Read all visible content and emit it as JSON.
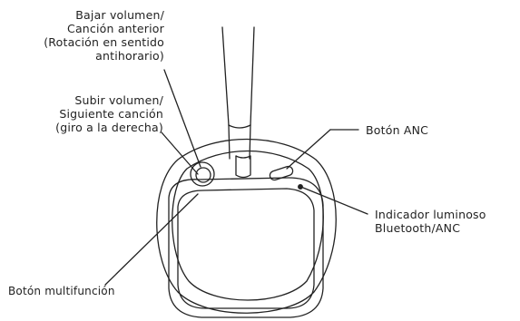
{
  "labels": {
    "volume_down": {
      "lines": [
        "Bajar volumen/",
        "Canción anterior",
        "(Rotación en sentido",
        "antihorario)"
      ]
    },
    "volume_up": {
      "lines": [
        "Subir volumen/",
        "Siguiente canción",
        "(giro a la derecha)"
      ]
    },
    "anc_button": {
      "lines": [
        "Botón ANC"
      ]
    },
    "indicator_light": {
      "lines": [
        "Indicador luminoso",
        "Bluetooth/ANC"
      ]
    },
    "multifunction_button": {
      "lines": [
        "Botón multifunción"
      ]
    }
  },
  "colors": {
    "line": "#222222",
    "background": "#ffffff"
  }
}
